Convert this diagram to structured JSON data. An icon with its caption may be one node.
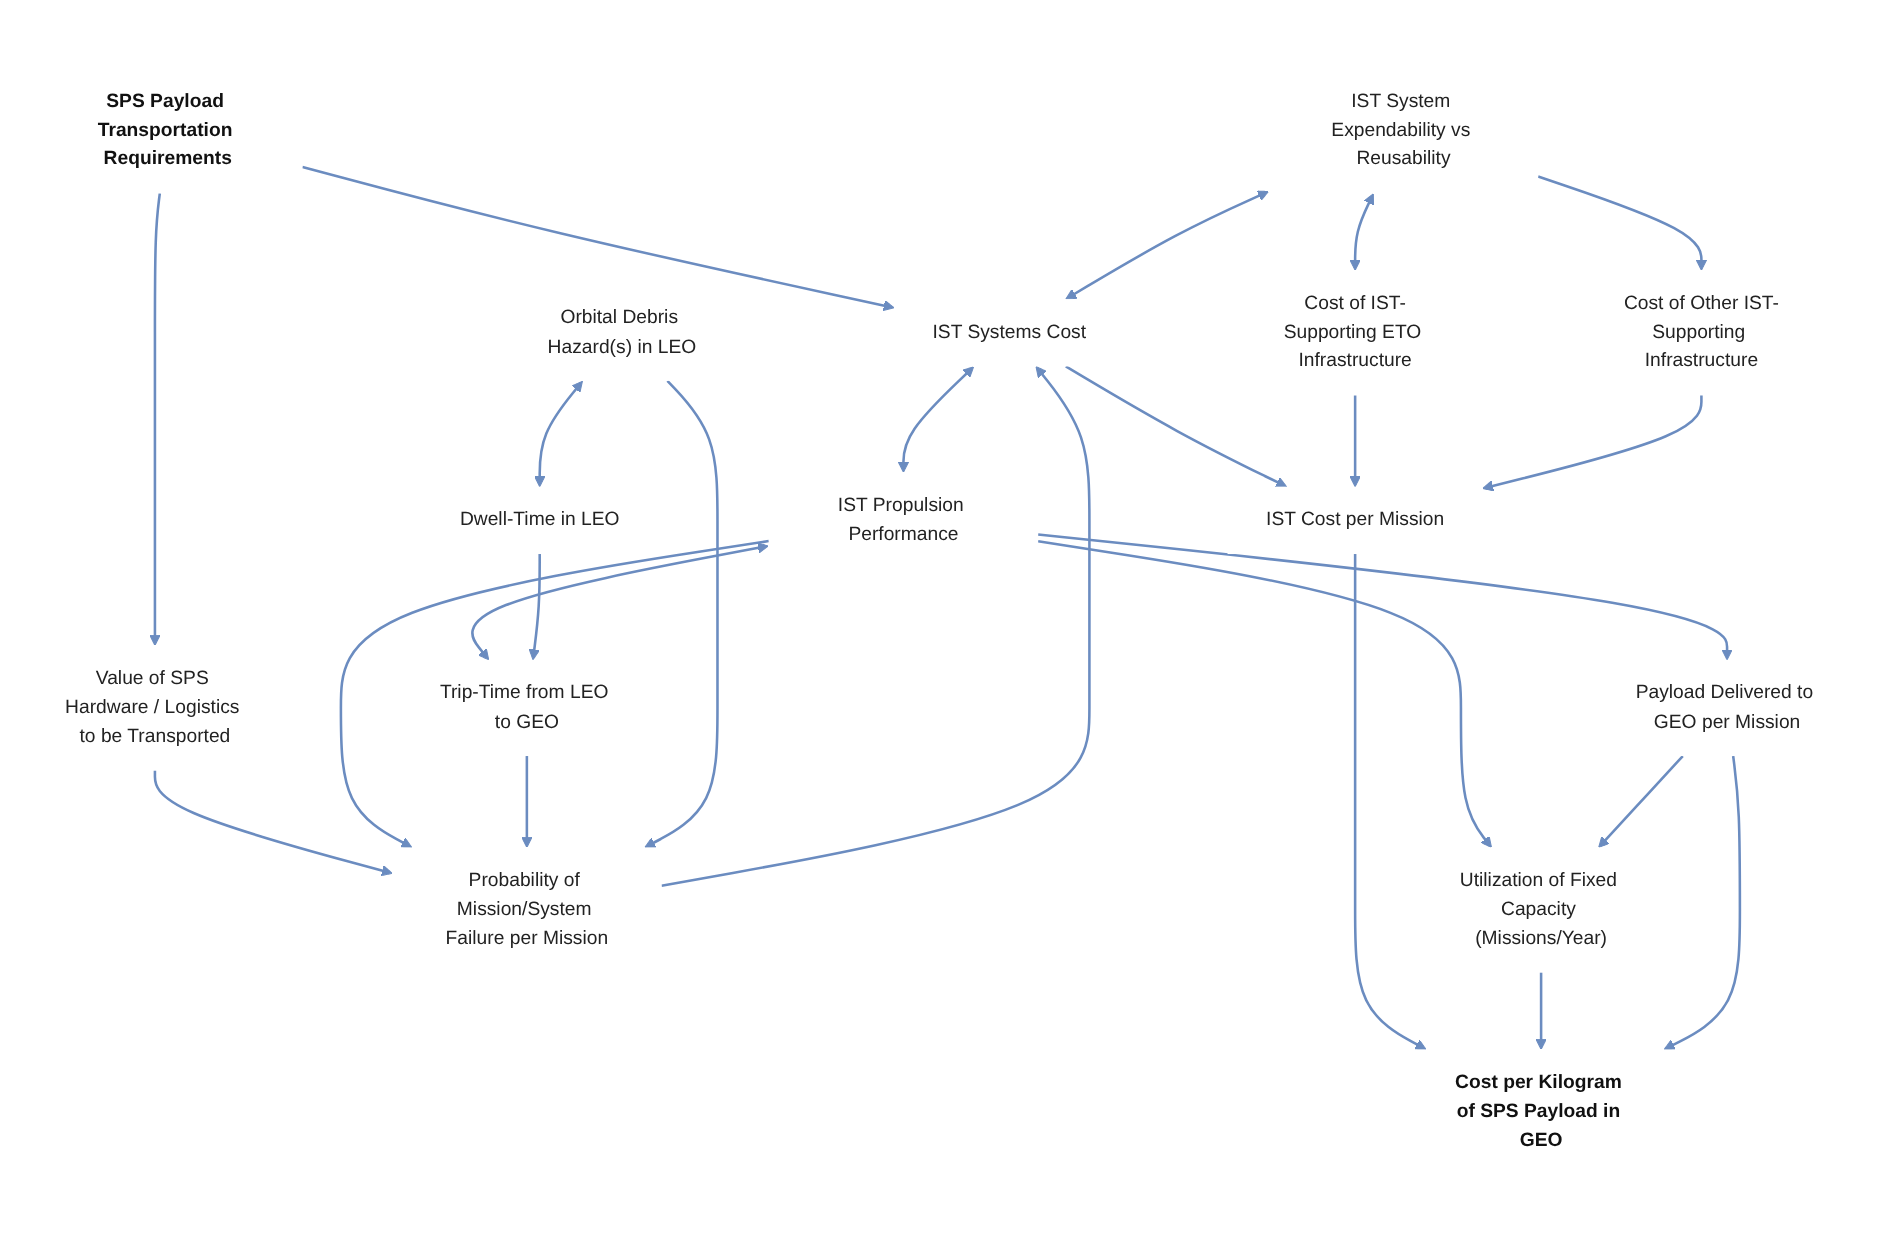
{
  "diagram": {
    "nodes": [
      {
        "text": [
          "SPS Payload Transportation Requirements"
        ]
      },
      {
        "text": [
          "IST System Expendability vs Reusability"
        ]
      },
      {
        "text": [
          "IST Systems Cost"
        ]
      },
      {
        "text": [
          "Cost of IST-Supporting ETO Infrastructure"
        ]
      },
      {
        "text": [
          "Cost of Other IST-Supporting Infrastructure"
        ]
      },
      {
        "text": [
          "Value of SPS Hardware / Logistics to be Transported"
        ]
      },
      {
        "text": [
          "IST Propulsion Performance"
        ]
      },
      {
        "text": [
          "IST Cost per Mission"
        ]
      },
      {
        "text": [
          "Probability of Mission/System Failure per Mission"
        ]
      },
      {
        "text": [
          "Trip-Time from LEO to GEO"
        ]
      },
      {
        "text": [
          "Utilization of Fixed Capacity (Missions/Year)"
        ]
      },
      {
        "text": [
          "Cost per Kilogram of SPS Payload in GEO"
        ]
      },
      {
        "text": [
          "Orbital Debris Hazard(s) in LEO"
        ]
      },
      {
        "text": [
          "Dwell-Time in LEO"
        ]
      },
      {
        "text": [
          "Payload Delivered to GEO per Mission"
        ]
      }
    ],
    "edges": [
      {
        "from": 0,
        "to": 2,
        "arrow": "to"
      },
      {
        "from": 0,
        "to": 5,
        "arrow": "to"
      },
      {
        "from": 1,
        "to": 2,
        "arrow": "both"
      },
      {
        "from": 1,
        "to": 3,
        "arrow": "both"
      },
      {
        "from": 1,
        "to": 4,
        "arrow": "to"
      },
      {
        "from": 2,
        "to": 6,
        "arrow": "both"
      },
      {
        "from": 2,
        "to": 7,
        "arrow": "to"
      },
      {
        "from": 3,
        "to": 7,
        "arrow": "to"
      },
      {
        "from": 4,
        "to": 7,
        "arrow": "to"
      },
      {
        "from": 5,
        "to": 8,
        "arrow": "to"
      },
      {
        "from": 8,
        "to": 2,
        "arrow": "to"
      },
      {
        "from": 6,
        "to": 8,
        "arrow": "to"
      },
      {
        "from": 6,
        "to": 9,
        "arrow": "both"
      },
      {
        "from": 9,
        "to": 8,
        "arrow": "to"
      },
      {
        "from": 6,
        "to": 10,
        "arrow": "to"
      },
      {
        "from": 6,
        "to": 14,
        "arrow": "to"
      },
      {
        "from": 7,
        "to": 11,
        "arrow": "to"
      },
      {
        "from": 10,
        "to": 11,
        "arrow": "to"
      },
      {
        "from": 14,
        "to": 10,
        "arrow": "to"
      },
      {
        "from": 14,
        "to": 11,
        "arrow": "to"
      },
      {
        "from": 13,
        "to": 9,
        "arrow": "to"
      },
      {
        "from": 12,
        "to": 8,
        "arrow": "to"
      },
      {
        "from": 12,
        "to": 13,
        "arrow": "both"
      }
    ]
  }
}
